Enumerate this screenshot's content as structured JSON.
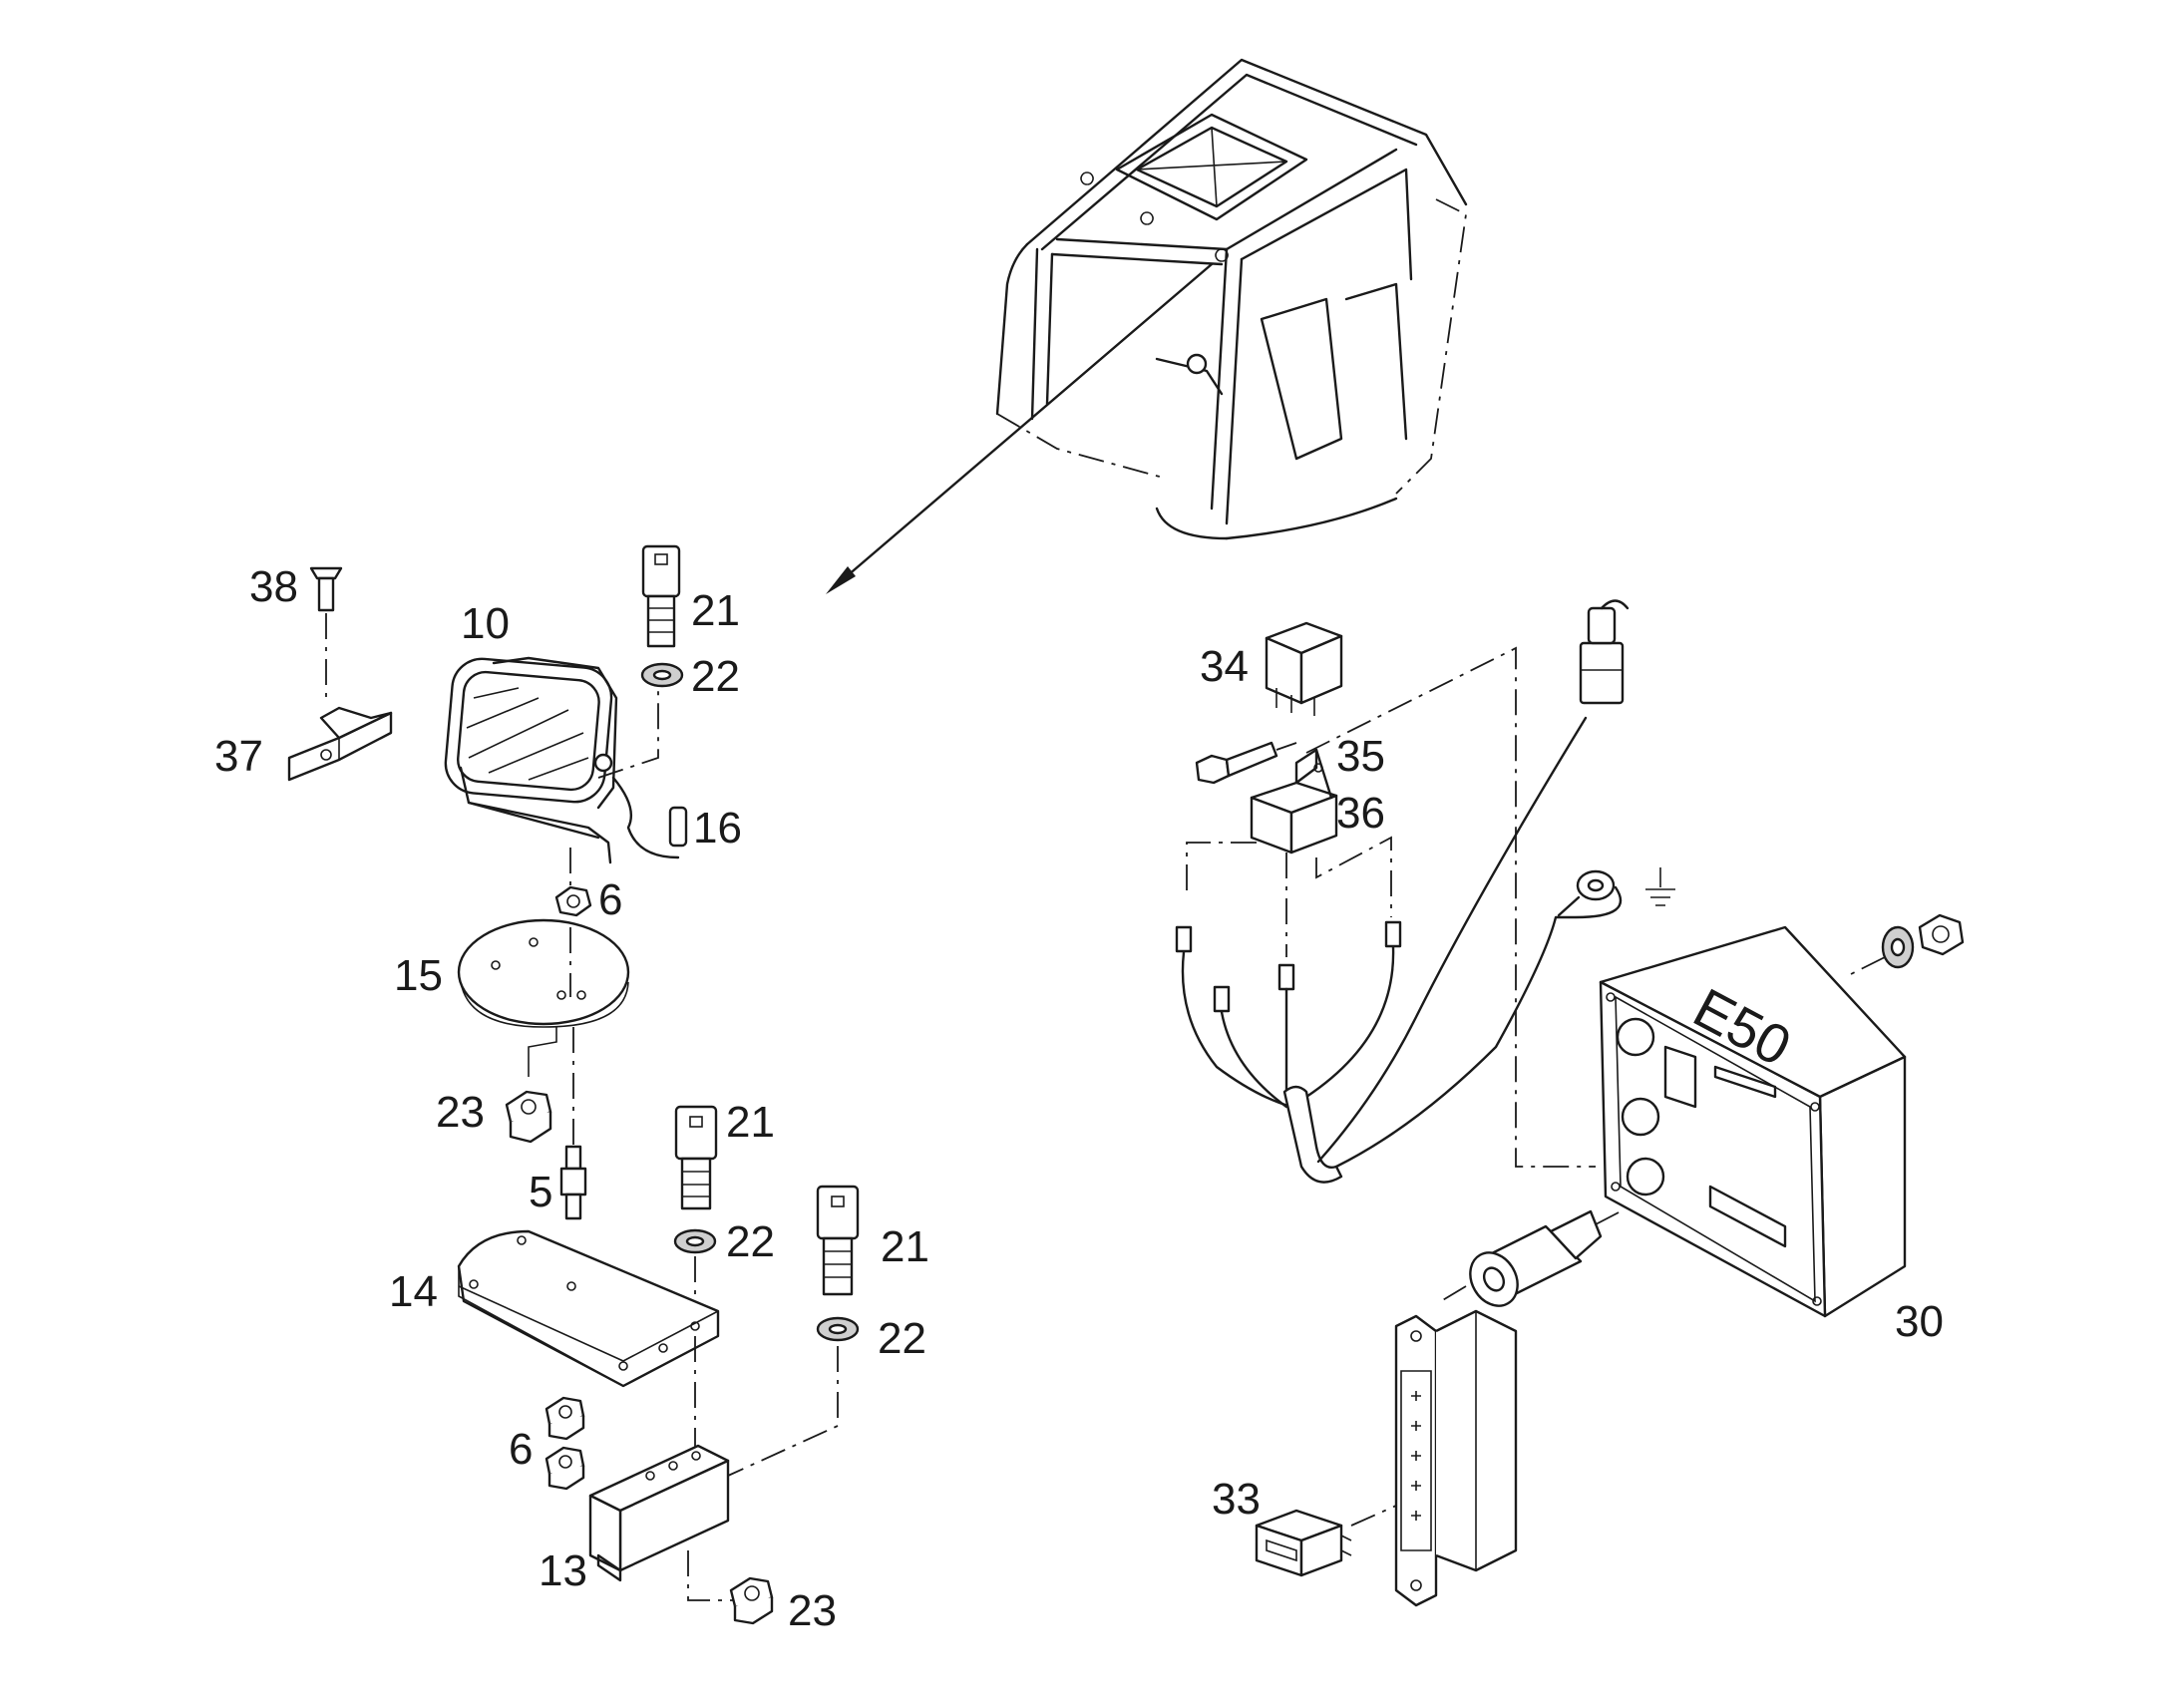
{
  "callouts": [
    {
      "id": "c38",
      "text": "38"
    },
    {
      "id": "c10",
      "text": "10"
    },
    {
      "id": "c21a",
      "text": "21"
    },
    {
      "id": "c22a",
      "text": "22"
    },
    {
      "id": "c37",
      "text": "37"
    },
    {
      "id": "c16",
      "text": "16"
    },
    {
      "id": "c6a",
      "text": "6"
    },
    {
      "id": "c15",
      "text": "15"
    },
    {
      "id": "c23a",
      "text": "23"
    },
    {
      "id": "c21b",
      "text": "21"
    },
    {
      "id": "c5",
      "text": "5"
    },
    {
      "id": "c22b",
      "text": "22"
    },
    {
      "id": "c21c",
      "text": "21"
    },
    {
      "id": "c14",
      "text": "14"
    },
    {
      "id": "c22c",
      "text": "22"
    },
    {
      "id": "c6b",
      "text": "6"
    },
    {
      "id": "c13",
      "text": "13"
    },
    {
      "id": "c23b",
      "text": "23"
    },
    {
      "id": "c34",
      "text": "34"
    },
    {
      "id": "c35",
      "text": "35"
    },
    {
      "id": "c36",
      "text": "36"
    },
    {
      "id": "c30",
      "text": "30"
    },
    {
      "id": "c33",
      "text": "33"
    }
  ],
  "box_marking": "E50",
  "ground_symbol_name": "ground-icon"
}
